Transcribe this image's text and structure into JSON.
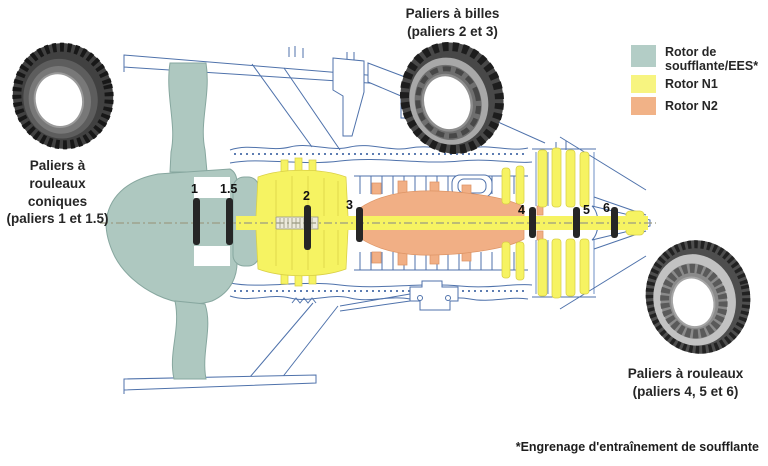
{
  "figure": {
    "subject": "Turbofan engine cross-section with bearing locations",
    "footnote": "*Engrenage d'entraînement de soufflante"
  },
  "callouts": {
    "ball_bearings": {
      "lines": [
        "Paliers à billes",
        "(paliers 2 et 3)"
      ]
    },
    "tapered_roller_bearings": {
      "lines": [
        "Paliers à",
        "rouleaux",
        "coniques",
        "(paliers 1 et 1.5)"
      ]
    },
    "roller_bearings": {
      "lines": [
        "Paliers à rouleaux",
        "(paliers 4, 5 et 6)"
      ]
    }
  },
  "legend": {
    "items": [
      {
        "label": "Rotor de soufflante/EES*",
        "color": "#b3cdc6"
      },
      {
        "label": "Rotor N1",
        "color": "#f7f480"
      },
      {
        "label": "Rotor N2",
        "color": "#f1b287"
      }
    ]
  },
  "bearing_markers": [
    {
      "id": "1"
    },
    {
      "id": "1.5"
    },
    {
      "id": "2"
    },
    {
      "id": "3"
    },
    {
      "id": "4"
    },
    {
      "id": "5"
    },
    {
      "id": "6"
    }
  ],
  "colors": {
    "fan_rotor_fill": "#aec8c0",
    "n1_rotor_fill": "#f6f362",
    "n2_rotor_fill": "#f1af85",
    "line_art": "#4f72ab",
    "centerline": "#9a9a82",
    "marker_bar": "#262626"
  }
}
